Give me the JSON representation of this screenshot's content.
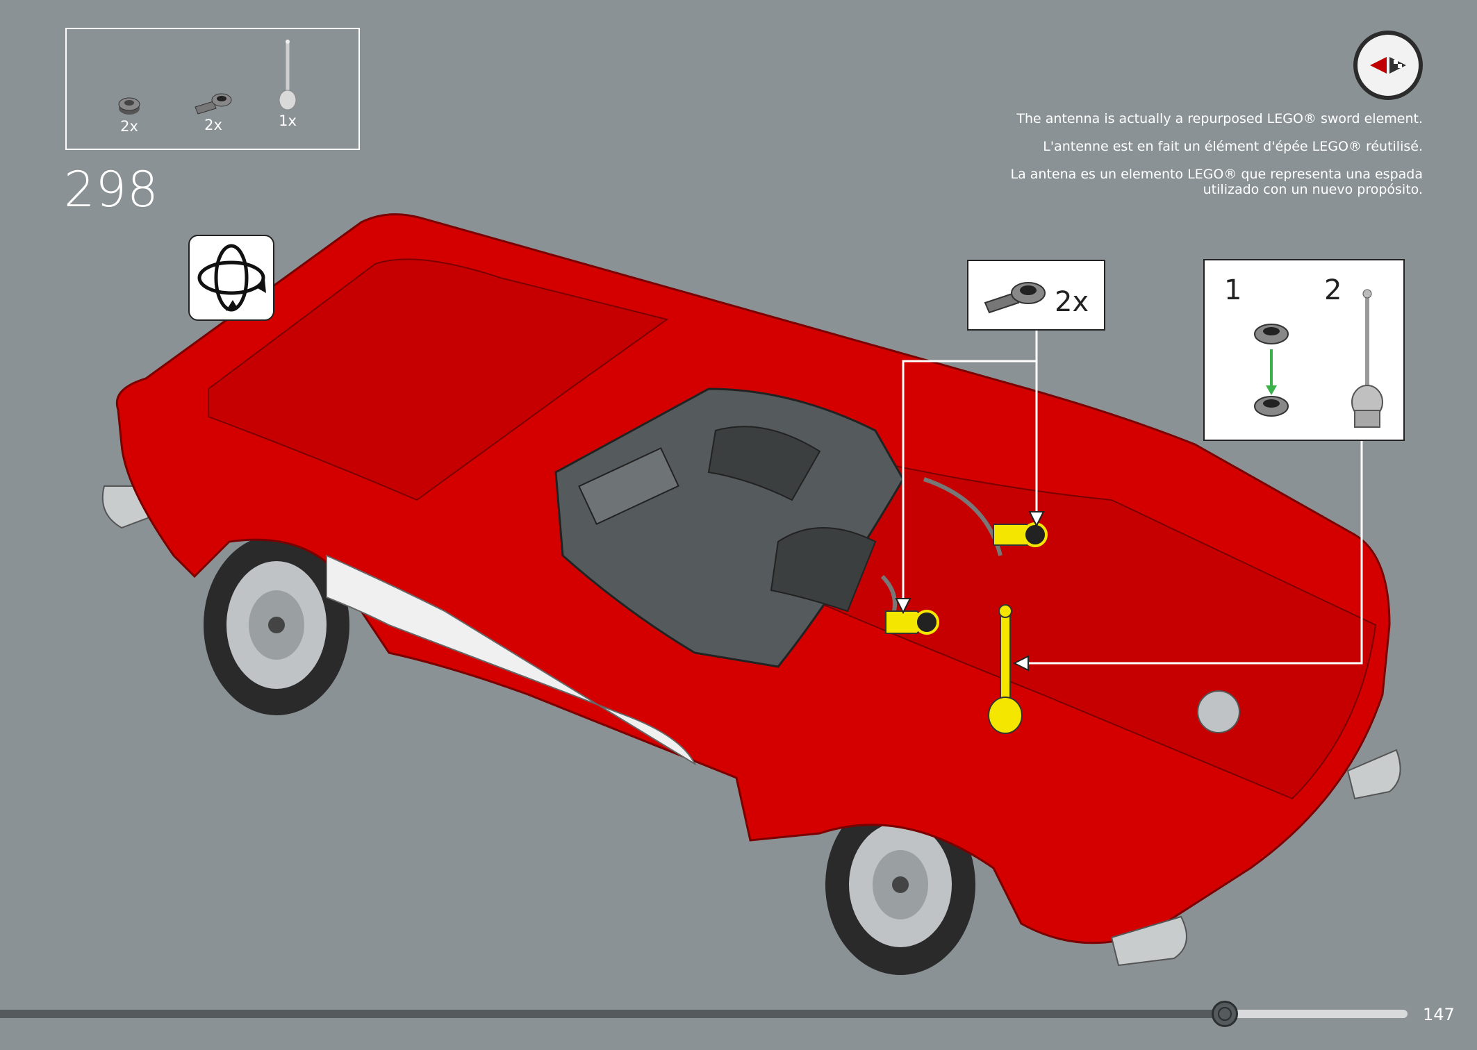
{
  "parts_list": [
    {
      "name": "round-plate",
      "qty": "2x"
    },
    {
      "name": "plate-with-bar",
      "qty": "2x"
    },
    {
      "name": "antenna-sword",
      "qty": "1x"
    }
  ],
  "step_number": "298",
  "notes": {
    "en": "The antenna is actually a repurposed LEGO® sword element.",
    "fr": "L'antenne est en fait un élément d'épée LEGO® réutilisé.",
    "es_line1": "La antena es un elemento LEGO® que representa una espada",
    "es_line2": "utilizado con un nuevo propósito."
  },
  "callout_a": {
    "qty": "2x"
  },
  "callout_b": {
    "sub_step_1": "1",
    "sub_step_2": "2"
  },
  "progress": {
    "fraction": 0.87
  },
  "page_number": "147",
  "colors": {
    "background": "#8a9295",
    "car_red": "#d40000",
    "highlight": "#f5e600",
    "arrow_green": "#3cb04a"
  }
}
